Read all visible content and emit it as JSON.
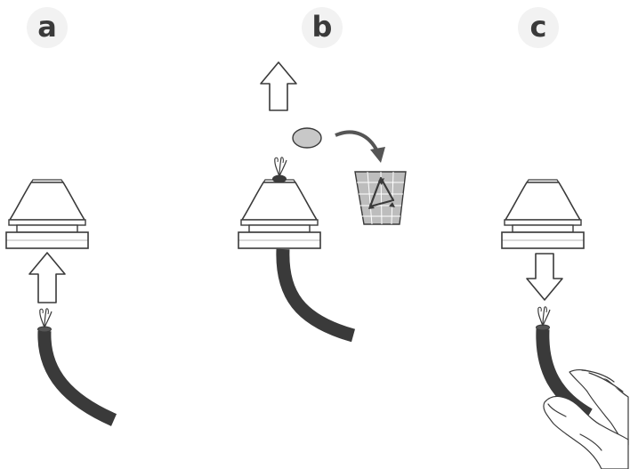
{
  "steps": [
    {
      "label": "a"
    },
    {
      "label": "b"
    },
    {
      "label": "c"
    }
  ],
  "colors": {
    "cable": "#3a3a3a",
    "outline": "#3a3a3a",
    "gland_fill": "#ffffff",
    "seal_disc": "#c8c8c8",
    "bin_fill": "#bdbdbd",
    "curved_arrow": "#555555"
  },
  "icons": [
    "up-arrow-icon",
    "down-arrow-icon",
    "recycle-bin-icon",
    "curved-arrow-icon",
    "hand-icon"
  ]
}
